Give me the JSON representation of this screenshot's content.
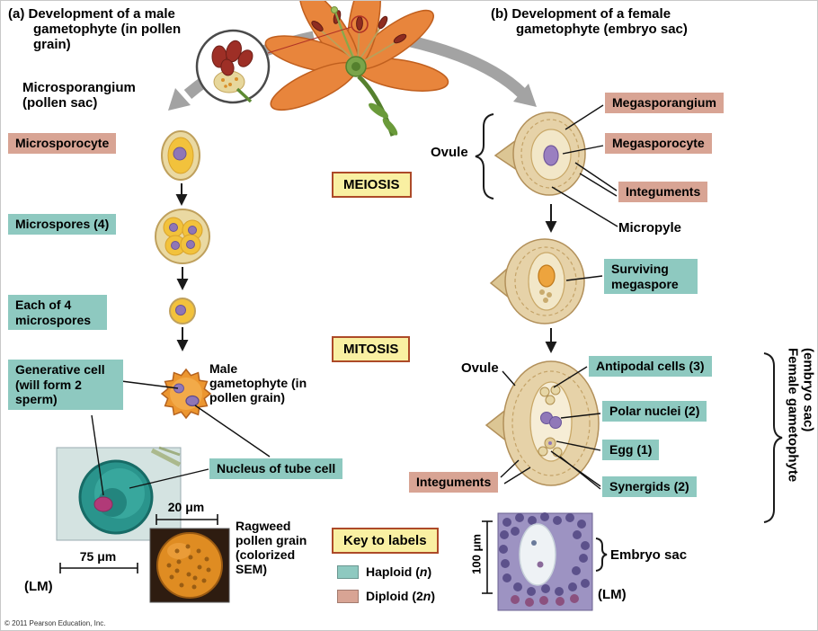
{
  "colors": {
    "haploid_teal": "#8ec9c0",
    "diploid_pink": "#d8a494",
    "key_yellow": "#f9f0a2",
    "key_border": "#ad4a28"
  },
  "panel_a": {
    "title": "(a) Development of a male gametophyte (in pollen grain)",
    "microsporangium_label": "Microsporangium (pollen sac)",
    "microsporocyte": "Microsporocyte",
    "microspores": "Microspores (4)",
    "each_of_4_microspores": "Each of 4 microspores",
    "generative_cell": "Generative cell (will form 2 sperm)",
    "male_gametophyte": "Male gametophyte (in pollen grain)",
    "nucleus_of_tube_cell": "Nucleus of tube cell",
    "scale_75um": "75 μm",
    "lm_label": "(LM)",
    "scale_20um": "20 μm",
    "ragweed_caption": "Ragweed pollen grain (colorized SEM)"
  },
  "center": {
    "meiosis": "MEIOSIS",
    "mitosis": "MITOSIS",
    "key_title": "Key to labels",
    "haploid_pre": "Haploid (",
    "haploid_var": "n",
    "haploid_post": ")",
    "diploid_pre": "Diploid (2",
    "diploid_var": "n",
    "diploid_post": ")"
  },
  "panel_b": {
    "title": "(b) Development of a female gametophyte (embryo sac)",
    "ovule_label_1": "Ovule",
    "megasporangium": "Megasporangium",
    "megasporocyte": "Megasporocyte",
    "integuments_1": "Integuments",
    "micropyle": "Micropyle",
    "surviving_megaspore": "Surviving megaspore",
    "ovule_label_2": "Ovule",
    "antipodal_cells": "Antipodal cells (3)",
    "polar_nuclei": "Polar nuclei (2)",
    "egg": "Egg (1)",
    "synergids": "Synergids (2)",
    "integuments_2": "Integuments",
    "female_gametophyte_vertical": "Female gametophyte (embryo sac)",
    "scale_100um": "100 μm",
    "embryo_sac": "Embryo sac",
    "lm_label": "(LM)"
  },
  "footer": {
    "copyright": "© 2011 Pearson Education, Inc."
  }
}
